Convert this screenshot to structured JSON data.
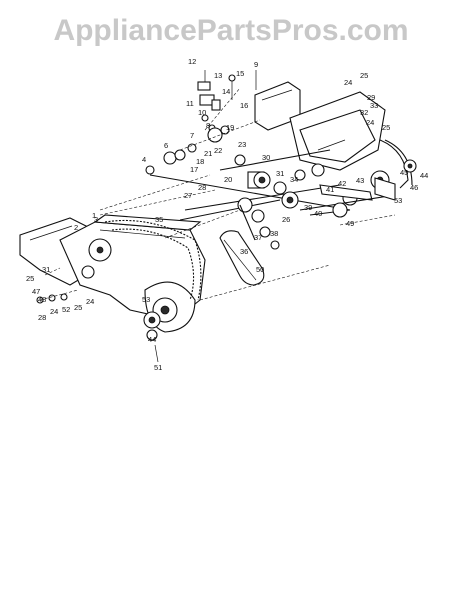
{
  "watermark": "AppliancePartsPros.com",
  "callouts": [
    {
      "id": "c12",
      "text": "12"
    },
    {
      "id": "c13",
      "text": "13"
    },
    {
      "id": "c9",
      "text": "9"
    },
    {
      "id": "c15",
      "text": "15"
    },
    {
      "id": "c14",
      "text": "14"
    },
    {
      "id": "c11",
      "text": "11"
    },
    {
      "id": "c10",
      "text": "10"
    },
    {
      "id": "c8",
      "text": "8"
    },
    {
      "id": "c16",
      "text": "16"
    },
    {
      "id": "c24a",
      "text": "24"
    },
    {
      "id": "c25a",
      "text": "25"
    },
    {
      "id": "c29",
      "text": "29"
    },
    {
      "id": "c33",
      "text": "33"
    },
    {
      "id": "c32a",
      "text": "32"
    },
    {
      "id": "c24b",
      "text": "24"
    },
    {
      "id": "c25b",
      "text": "25"
    },
    {
      "id": "c7",
      "text": "7"
    },
    {
      "id": "c6",
      "text": "6"
    },
    {
      "id": "c4",
      "text": "4"
    },
    {
      "id": "c19",
      "text": "19"
    },
    {
      "id": "c18",
      "text": "18"
    },
    {
      "id": "c21",
      "text": "21"
    },
    {
      "id": "c22",
      "text": "22"
    },
    {
      "id": "c23",
      "text": "23"
    },
    {
      "id": "c20",
      "text": "20"
    },
    {
      "id": "c28",
      "text": "28"
    },
    {
      "id": "c17",
      "text": "17"
    },
    {
      "id": "c27",
      "text": "27"
    },
    {
      "id": "c31",
      "text": "31"
    },
    {
      "id": "c34",
      "text": "34"
    },
    {
      "id": "c30",
      "text": "30"
    },
    {
      "id": "c39",
      "text": "39"
    },
    {
      "id": "c40",
      "text": "40"
    },
    {
      "id": "c41",
      "text": "41"
    },
    {
      "id": "c42",
      "text": "42"
    },
    {
      "id": "c43",
      "text": "43"
    },
    {
      "id": "c44a",
      "text": "44"
    },
    {
      "id": "c45",
      "text": "45"
    },
    {
      "id": "c46",
      "text": "46"
    },
    {
      "id": "c53a",
      "text": "53"
    },
    {
      "id": "c49",
      "text": "49"
    },
    {
      "id": "c1",
      "text": "1"
    },
    {
      "id": "c2",
      "text": "2"
    },
    {
      "id": "c3",
      "text": "3"
    },
    {
      "id": "c35",
      "text": "35"
    },
    {
      "id": "c36",
      "text": "36"
    },
    {
      "id": "c37",
      "text": "37"
    },
    {
      "id": "c38",
      "text": "38"
    },
    {
      "id": "c26",
      "text": "26"
    },
    {
      "id": "c50",
      "text": "50"
    },
    {
      "id": "c31b",
      "text": "31"
    },
    {
      "id": "c25c",
      "text": "25"
    },
    {
      "id": "c47",
      "text": "47"
    },
    {
      "id": "c48",
      "text": "48"
    },
    {
      "id": "c28b",
      "text": "28"
    },
    {
      "id": "c24c",
      "text": "24"
    },
    {
      "id": "c52",
      "text": "52"
    },
    {
      "id": "c25d",
      "text": "25"
    },
    {
      "id": "c24d",
      "text": "24"
    },
    {
      "id": "c53b",
      "text": "53"
    },
    {
      "id": "c44b",
      "text": "44"
    },
    {
      "id": "c51",
      "text": "51"
    }
  ]
}
